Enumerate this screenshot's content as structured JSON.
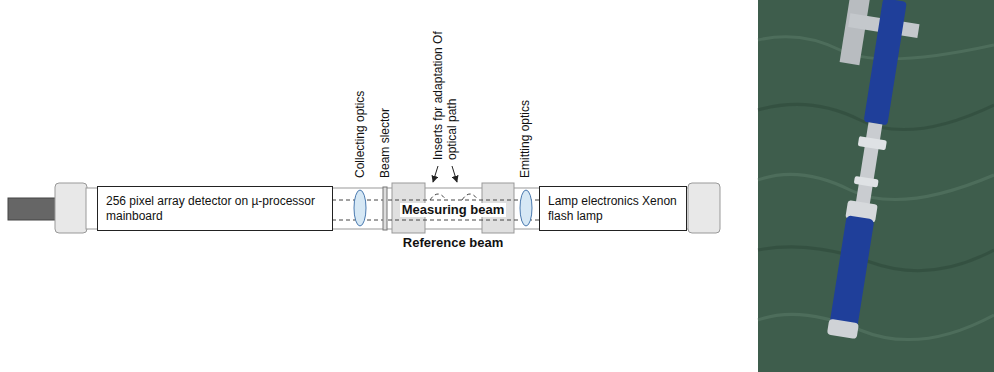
{
  "diagram": {
    "nodes": [
      {
        "text": [
          "256 pixel array detector on µ-processor mainboard"
        ]
      },
      {
        "text": [
          "Lamp electronics Xenon flash lamp"
        ]
      }
    ],
    "labels": [
      "Collecting optics",
      "Beam slector",
      "Inserts fpr adaptation Of optical path",
      "Emitting optics",
      "Measuring beam",
      "Reference beam"
    ]
  }
}
